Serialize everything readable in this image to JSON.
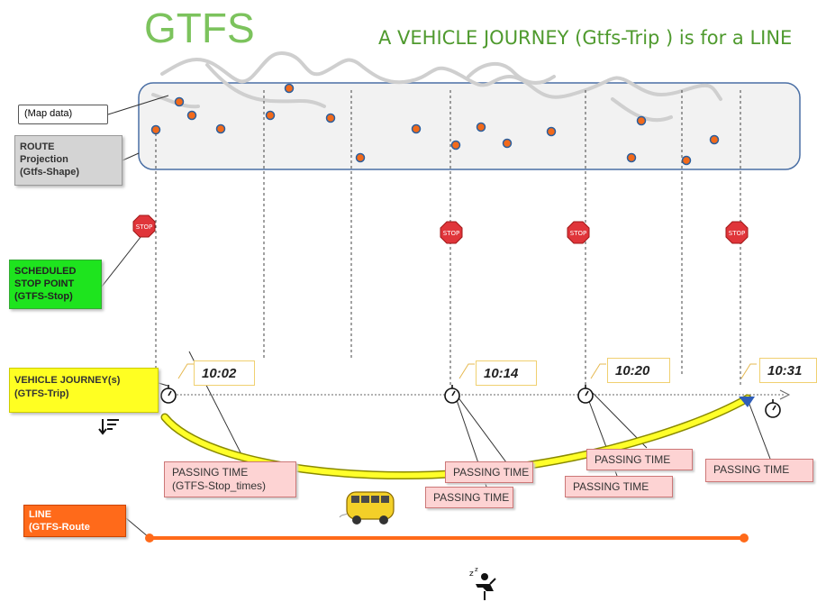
{
  "header": {
    "gtfs_title": "GTFS",
    "main_title": "A VEHICLE JOURNEY (Gtfs-Trip ) is for a LINE"
  },
  "labels": {
    "map_data": "(Map data)",
    "route": {
      "line1": "ROUTE",
      "line2": "Projection",
      "line3": "(Gtfs-Shape)"
    },
    "scheduled_stop_point": {
      "line1": "SCHEDULED",
      "line2": "STOP POINT",
      "line3": "(GTFS-Stop)"
    },
    "vehicle_journey": {
      "line1": "VEHICLE JOURNEY(s)",
      "line2": "(GTFS-Trip)"
    },
    "line": {
      "line1": "LINE",
      "line2": "(GTFS-Route"
    }
  },
  "stop_sign_text": "STOP",
  "times": [
    "10:02",
    "10:14",
    "10:20",
    "10:31"
  ],
  "passing_times": [
    {
      "line1": "PASSING TIME",
      "line2": "(GTFS-Stop_times)"
    },
    {
      "line1": "PASSING TIME"
    },
    {
      "line1": "PASSING TIME"
    },
    {
      "line1": "PASSING TIME"
    },
    {
      "line1": "PASSING TIME"
    },
    {
      "line1": "PASSING TIME"
    }
  ],
  "colors": {
    "title_green": "#7cc35d",
    "route_gray": "#d4d4d4",
    "stop_point_green": "#1ee41e",
    "journey_yellow": "#ffff22",
    "line_orange": "#ff6a1a",
    "passing_pink": "#fdd3d3",
    "map_dot_orange": "#f26a1b",
    "map_frame_blue": "#4a6fa5"
  },
  "icons": [
    "stop-sign-icon",
    "stopwatch-icon",
    "bus-icon",
    "sleeping-person-icon",
    "sort-descending-icon"
  ]
}
